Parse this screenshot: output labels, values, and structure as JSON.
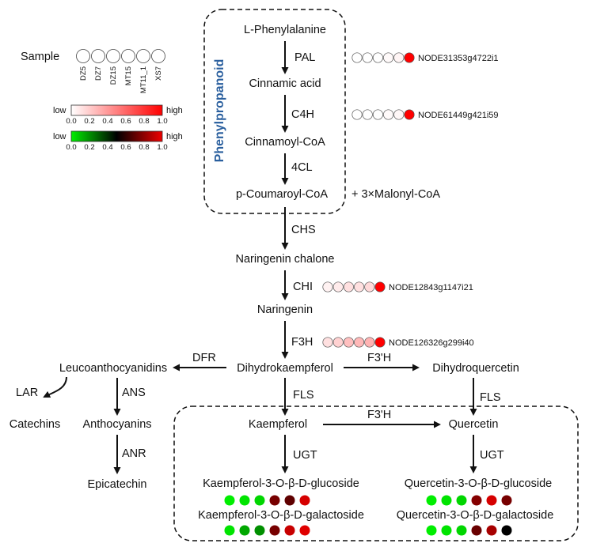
{
  "box_label": "Phenylpropanoid",
  "legend": {
    "sample_label": "Sample",
    "samples": [
      "DZ5",
      "DZ7",
      "DZ15",
      "MT15",
      "MT11_1",
      "XS7"
    ],
    "scale_red": {
      "low": "low",
      "high": "high",
      "ticks": [
        "0.0",
        "0.2",
        "0.4",
        "0.6",
        "0.8",
        "1.0"
      ],
      "colors": [
        "#ffffff",
        "#ff0000"
      ]
    },
    "scale_green": {
      "low": "low",
      "high": "high",
      "ticks": [
        "0.0",
        "0.2",
        "0.4",
        "0.6",
        "0.8",
        "1.0"
      ],
      "colors": [
        "#00ee00",
        "#000000",
        "#ee0000"
      ]
    }
  },
  "compounds": {
    "phe": "L-Phenylalanine",
    "cin": "Cinnamic acid",
    "cinco": "Cinnamoyl-CoA",
    "pcou": "p-Coumaroyl-CoA",
    "malonyl": "+ 3×Malonyl-CoA",
    "nchal": "Naringenin chalone",
    "nar": "Naringenin",
    "dhk": "Dihydrokaempferol",
    "dhq": "Dihydroquercetin",
    "leuco": "Leucoanthocyanidins",
    "cat": "Catechins",
    "antho": "Anthocyanins",
    "epi": "Epicatechin",
    "kae": "Kaempferol",
    "que": "Quercetin",
    "k3glu": "Kaempferol-3-O-β-D-glucoside",
    "q3glu": "Quercetin-3-O-β-D-glucoside",
    "k3gal": "Kaempferol-3-O-β-D-galactoside",
    "q3gal": "Quercetin-3-O-β-D-galactoside"
  },
  "enzymes": {
    "pal": "PAL",
    "c4h": "C4H",
    "cl4": "4CL",
    "chs": "CHS",
    "chi": "CHI",
    "f3h": "F3H",
    "dfr": "DFR",
    "f3h_prime_top": "F3'H",
    "f3h_prime_bottom": "F3'H",
    "lar": "LAR",
    "ans": "ANS",
    "anr": "ANR",
    "fls_left": "FLS",
    "fls_right": "FLS",
    "ugt_left": "UGT",
    "ugt_right": "UGT"
  },
  "genes": {
    "pal": {
      "id": "NODE31353g4722i1",
      "values": [
        0.0,
        0.0,
        0.0,
        0.02,
        0.04,
        1.0
      ]
    },
    "c4h": {
      "id": "NODE61449g421i59",
      "values": [
        0.0,
        0.0,
        0.0,
        0.02,
        0.03,
        1.0
      ]
    },
    "chi": {
      "id": "NODE12843g1147i21",
      "values": [
        0.05,
        0.08,
        0.12,
        0.12,
        0.15,
        1.0
      ]
    },
    "f3h": {
      "id": "NODE126326g299i40",
      "values": [
        0.12,
        0.18,
        0.25,
        0.28,
        0.3,
        1.0
      ]
    }
  },
  "metabolites": {
    "k3glu": [
      0.0,
      0.02,
      0.05,
      0.75,
      0.7,
      0.95
    ],
    "q3glu": [
      0.0,
      0.02,
      0.05,
      0.78,
      0.95,
      0.75
    ],
    "k3gal": [
      0.02,
      0.15,
      0.2,
      0.75,
      0.92,
      0.97
    ],
    "q3gal": [
      0.0,
      0.02,
      0.05,
      0.72,
      0.85,
      0.5
    ]
  }
}
